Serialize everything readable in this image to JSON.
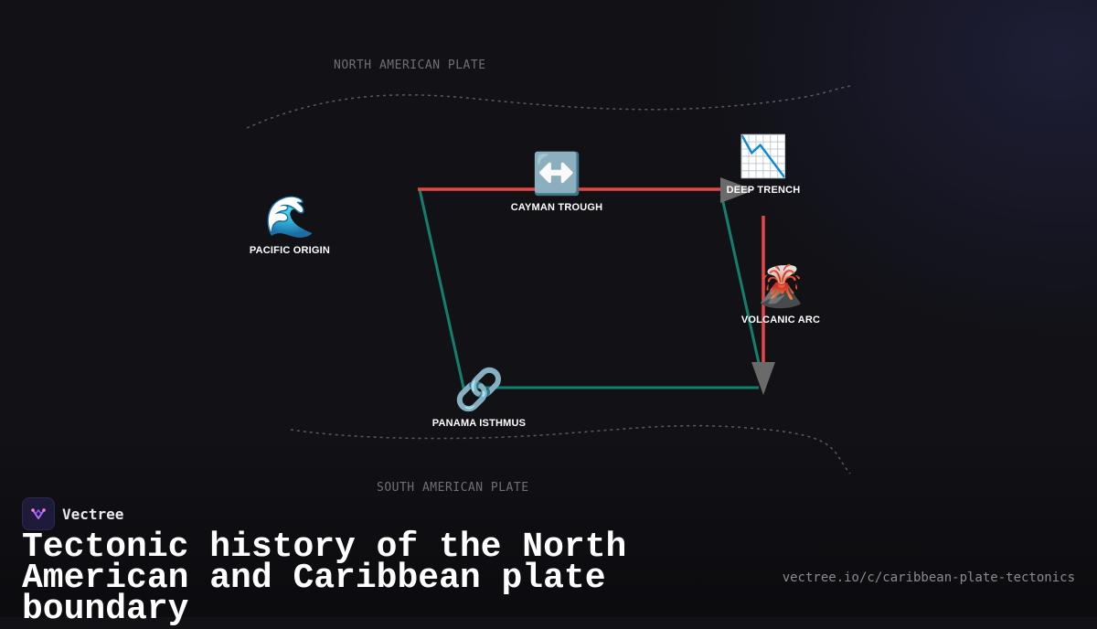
{
  "plates": {
    "north": "NORTH AMERICAN PLATE",
    "south": "SOUTH AMERICAN PLATE"
  },
  "nodes": {
    "pacific_origin": {
      "label": "PACIFIC ORIGIN",
      "icon": "🌊",
      "icon_name": "wave-icon"
    },
    "cayman_trough": {
      "label": "CAYMAN TROUGH",
      "icon": "↔️",
      "icon_name": "left-right-arrow-icon"
    },
    "deep_trench": {
      "label": "DEEP TRENCH",
      "icon": "📉",
      "icon_name": "chart-decreasing-icon"
    },
    "volcanic_arc": {
      "label": "VOLCANIC ARC",
      "icon": "🌋",
      "icon_name": "volcano-icon"
    },
    "panama_isthmus": {
      "label": "PANAMA ISTHMUS",
      "icon": "🔗",
      "icon_name": "link-icon"
    }
  },
  "colors": {
    "transform_edge": "#e84545",
    "convergent_edge": "#12806e",
    "arrow": "#6a6a6a",
    "plate_boundary": "#5a5a60"
  },
  "brand": {
    "name": "Vectree"
  },
  "title": "Tectonic history of the North American and Caribbean plate boundary",
  "url": "vectree.io/c/caribbean-plate-tectonics"
}
